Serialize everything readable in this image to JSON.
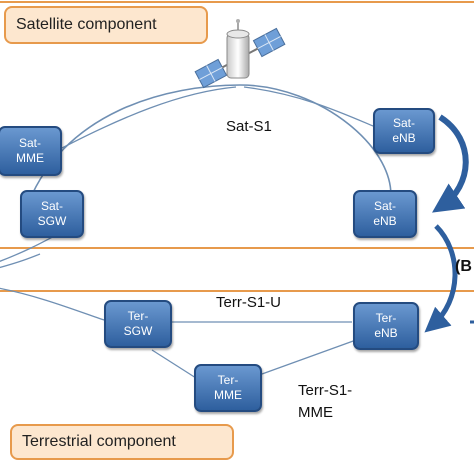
{
  "colors": {
    "node_fill_top": "#6a98d0",
    "node_fill_bottom": "#2e5f9e",
    "node_border": "#244b80",
    "region_border": "#e79a4c",
    "tag_fill": "#fde7cf",
    "link_line": "#6f8fb3",
    "arrow": "#2e5f9e"
  },
  "icons": {
    "satellite": "satellite-icon"
  },
  "regions": {
    "satellite_label": "Satellite component",
    "terrestrial_label": "Terrestrial component"
  },
  "nodes": {
    "sat_mme": [
      "Sat-",
      "MME"
    ],
    "sat_sgw": [
      "Sat-",
      "SGW"
    ],
    "sat_enb_top": [
      "Sat-",
      "eNB"
    ],
    "sat_enb_bottom": [
      "Sat-",
      "eNB"
    ],
    "ter_sgw": [
      "Ter-",
      "SGW"
    ],
    "ter_enb": [
      "Ter-",
      "eNB"
    ],
    "ter_mme": [
      "Ter-",
      "MME"
    ]
  },
  "links": {
    "sat_s1": "Sat-S1",
    "terr_s1_u": "Terr-S1-U",
    "terr_s1_mme": [
      "Terr-S1-",
      "MME"
    ]
  },
  "side_text": "(B"
}
